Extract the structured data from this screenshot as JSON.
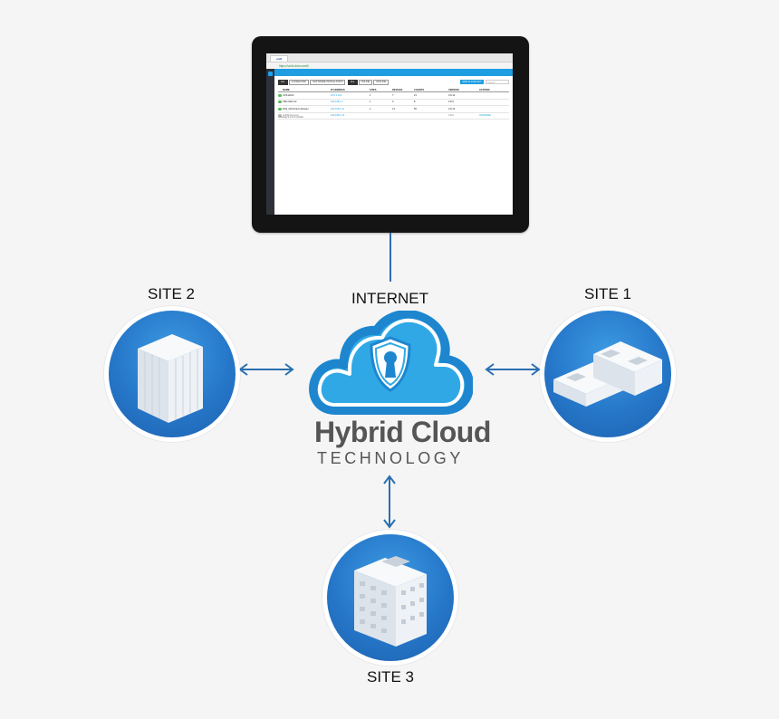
{
  "labels": {
    "internet": "INTERNET",
    "site1": "SITE 1",
    "site2": "SITE 2",
    "site3": "SITE 3",
    "product_title": "Hybrid Cloud",
    "product_subtitle": "TECHNOLOGY"
  },
  "colors": {
    "accent_blue": "#1e9ee0",
    "circle_blue": "#2677c9",
    "arrow_blue": "#2a6fb0",
    "text_gray": "#555555"
  },
  "icons": {
    "cloud": "cloud-shield-icon",
    "site1": "low-rise-buildings-icon",
    "site2": "tower-building-icon",
    "site3": "apartment-building-icon"
  },
  "screen": {
    "tab": "unifi",
    "url": "https://unifi.ubnt.com/#/",
    "filters": [
      "ALL",
      "CONNECTED",
      "SOFTWARE INSTALLATION"
    ],
    "filters2": [
      "ALL",
      "ONLINE",
      "OFFLINE"
    ],
    "add_button": "ADD CLOUD KEY",
    "search_placeholder": "Search",
    "columns": [
      "NAME",
      "IP ADDRESS",
      "SITES",
      "DEVICES",
      "CLIENTS",
      "VERSION",
      "ACTIONS"
    ],
    "rows": [
      {
        "name": "UCK-E102",
        "ip": "10.0.1.102",
        "sites": "1",
        "devices": "7",
        "clients": "21",
        "version": "4.8.12",
        "action": ""
      },
      {
        "name": "UBC-MAL-02",
        "ip": "192.168.1.1",
        "sites": "1",
        "devices": "3",
        "clients": "8",
        "version": "4.8.9",
        "action": ""
      },
      {
        "name": "RH2_Motorhaus-Dessau",
        "ip": "192.168.1.11",
        "sites": "1",
        "devices": "14",
        "clients": "56",
        "version": "4.8.14",
        "action": ""
      },
      {
        "name": "unifi@ubnt.com",
        "ip": "192.168.1.10",
        "sites": "",
        "devices": "",
        "clients": "",
        "version": "4.8.9",
        "action": "UPGRADE"
      }
    ],
    "footer": "Showing 1-4 of 4 results"
  }
}
